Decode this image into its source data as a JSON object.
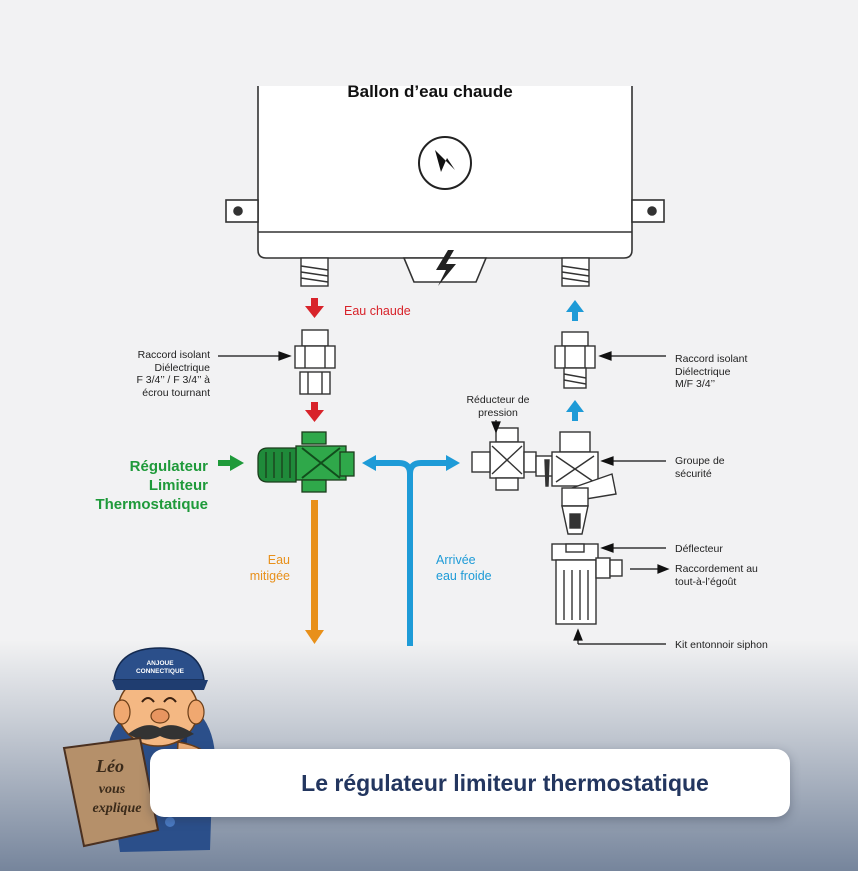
{
  "tank": {
    "title": "Ballon d’eau chaude"
  },
  "labels": {
    "hot_water": "Eau chaude",
    "raccord_left": [
      "Raccord isolant",
      "Diélectrique",
      "F 3/4’’ / F 3/4’’ à",
      "écrou tournant"
    ],
    "raccord_right": [
      "Raccord isolant",
      "Diélectrique",
      "M/F 3/4’’"
    ],
    "reducteur": [
      "Réducteur de",
      "pression"
    ],
    "groupe": [
      "Groupe de",
      "sécurité"
    ],
    "deflecteur": "Déflecteur",
    "raccordement": [
      "Raccordement au",
      "tout-à-l’égoût"
    ],
    "kit": "Kit entonnoir siphon",
    "regulateur": [
      "Régulateur",
      "Limiteur",
      "Thermostatique"
    ],
    "mixed": [
      "Eau",
      "mitigée"
    ],
    "cold": [
      "Arrivée",
      "eau froide"
    ]
  },
  "mascot": {
    "cap_text": [
      "ANJOUE",
      "CONNECTIQUE"
    ],
    "sign": [
      "Léo",
      "vous",
      "explique"
    ]
  },
  "banner": {
    "title": "Le régulateur limiteur thermostatique"
  },
  "colors": {
    "hot": "#d8232a",
    "cold": "#1e9bd7",
    "mixed": "#e8901a",
    "regulator": "#1f9a3a",
    "title": "#23365f"
  }
}
